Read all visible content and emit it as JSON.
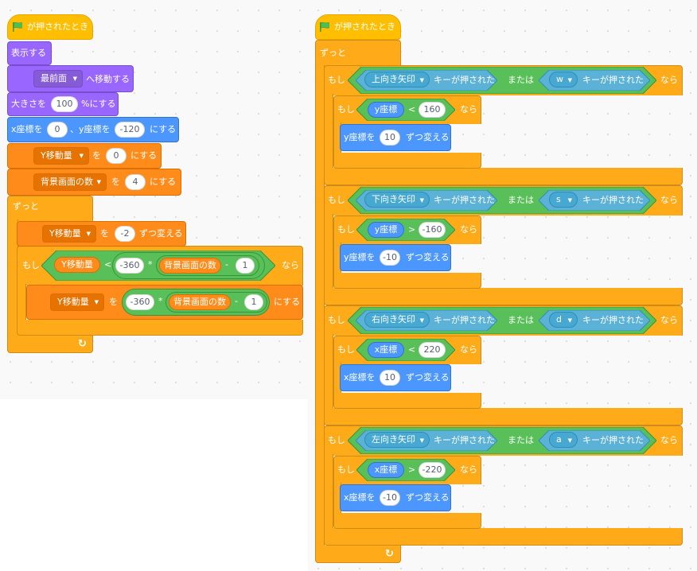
{
  "colors": {
    "events": "#ffbf00",
    "control": "#ffab19",
    "looks": "#9966ff",
    "motion": "#4c97ff",
    "variables": "#ff8c1a",
    "operators": "#59c059",
    "sensing": "#5cb1d6"
  },
  "left_script": {
    "hat": "が押されたとき",
    "show": "表示する",
    "go_to_layer": {
      "menu": "最前面",
      "suffix": "へ移動する"
    },
    "set_size": {
      "prefix": "大きさを",
      "value": "100",
      "suffix": "%にする"
    },
    "goto_xy": {
      "prefix": "x座標を",
      "x": "0",
      "mid": "、y座標を",
      "y": "-120",
      "suffix": "にする"
    },
    "set_var1": {
      "var": "Y移動量",
      "to": "を",
      "value": "0",
      "suffix": "にする"
    },
    "set_var2": {
      "var": "背景画面の数",
      "to": "を",
      "value": "4",
      "suffix": "にする"
    },
    "forever": "ずっと",
    "change_var": {
      "var": "Y移動量",
      "to": "を",
      "value": "-2",
      "suffix": "ずつ変える"
    },
    "if": {
      "label": "もし",
      "then": "なら",
      "var": "Y移動量",
      "lt": "<",
      "num": "-360",
      "mul": "*",
      "var2": "背景画面の数",
      "minus": "-",
      "one": "1"
    },
    "set_var3": {
      "var": "Y移動量",
      "to": "を",
      "num": "-360",
      "mul": "*",
      "var2": "背景画面の数",
      "minus": "-",
      "one": "1",
      "suffix": "にする"
    },
    "loop_arrow": "↻"
  },
  "right_script": {
    "hat": "が押されたとき",
    "forever": "ずっと",
    "if_label": "もし",
    "then": "なら",
    "or": "または",
    "key_pressed": "キーが押された",
    "blocks": [
      {
        "key1": "上向き矢印",
        "key2": "w",
        "cond_rep": "y座標",
        "cond_op": "<",
        "cond_val": "160",
        "change_prefix": "y座標を",
        "change_val": "10",
        "change_suffix": "ずつ変える"
      },
      {
        "key1": "下向き矢印",
        "key2": "s",
        "cond_rep": "y座標",
        "cond_op": ">",
        "cond_val": "-160",
        "change_prefix": "y座標を",
        "change_val": "-10",
        "change_suffix": "ずつ変える"
      },
      {
        "key1": "右向き矢印",
        "key2": "d",
        "cond_rep": "x座標",
        "cond_op": "<",
        "cond_val": "220",
        "change_prefix": "x座標を",
        "change_val": "10",
        "change_suffix": "ずつ変える"
      },
      {
        "key1": "左向き矢印",
        "key2": "a",
        "cond_rep": "x座標",
        "cond_op": ">",
        "cond_val": "-220",
        "change_prefix": "x座標を",
        "change_val": "-10",
        "change_suffix": "ずつ変える"
      }
    ],
    "loop_arrow": "↻"
  }
}
